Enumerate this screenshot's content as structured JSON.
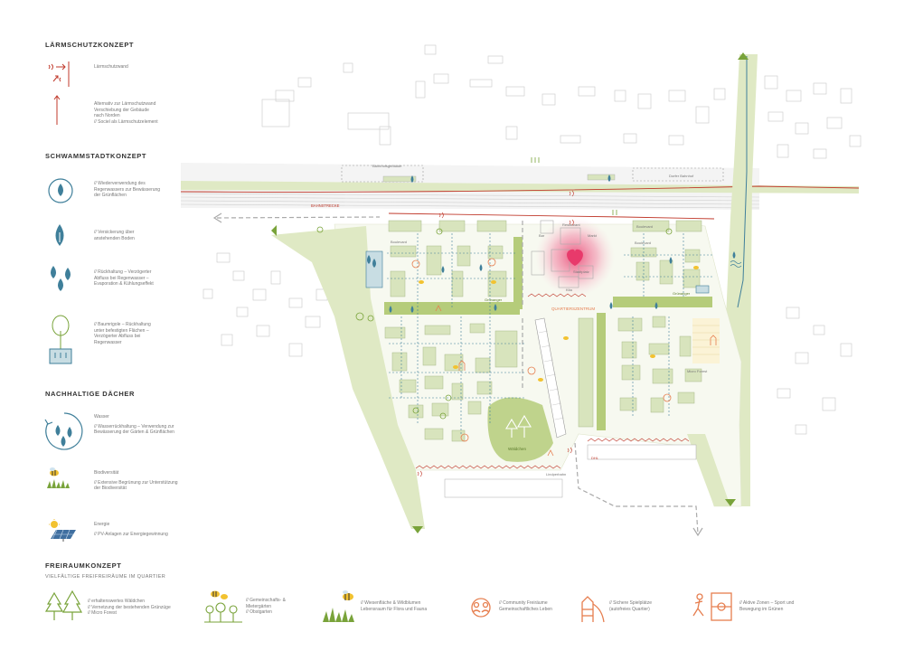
{
  "left_panel": {
    "laerm": {
      "heading": "LÄRMSCHUTZKONZEPT",
      "item1": "Lärmschutzwand",
      "item2_line1": "Alternativ zur Lärmschutzwand",
      "item2_line2": "Verschiebung der Gebäude",
      "item2_line3": "nach Norden",
      "item2_line4": "// Sociel als Lärmschutzelement"
    },
    "schwamm": {
      "heading": "SCHWAMMSTADTKONZEPT",
      "item1_line1": "// Wiederverwendung des",
      "item1_line2": "Regenwassers zur Bewässerung",
      "item1_line3": "der Grünflächen",
      "item2_line1": "// Versickerung über",
      "item2_line2": "anstehenden Boden",
      "item3_line1": "// Rückhaltung – Verzögerter",
      "item3_line2": "Abfluss bei Regenwasser –",
      "item3_line3": "Evaporation & Kühlungseffekt",
      "item4_line1": "// Baumrigole – Rückhaltung",
      "item4_line2": "unter befestigten Flächen –",
      "item4_line3": "Verzögerter Abfluss bei",
      "item4_line4": "Regenwasser"
    },
    "daecher": {
      "heading": "NACHHALTIGE DÄCHER",
      "wasser_title": "Wasser",
      "wasser_line1": "// Wasserrückhaltung – Verwendung zur",
      "wasser_line2": "Bewässerung der Gärten & Grünflächen",
      "bio_title": "Biodiversität",
      "bio_line1": "// Extensive Begrünung zur Unterstützung",
      "bio_line2": "der Biodiversität",
      "energie_title": "Energie",
      "energie_line1": "// PV-Anlagen zur Energiegewinnung"
    }
  },
  "bottom_panel": {
    "heading": "FREIRAUMKONZEPT",
    "subheading": "VIELFÄLTIGE FREIFREIRÄUME IM QUARTIER",
    "items": [
      {
        "line1": "// erhaltenswertes Wäldchen",
        "line2": "// Vernetzung der bestehenden Grünzüge",
        "line3": "// Micro Forest"
      },
      {
        "line1": "// Gemeinschafts- &",
        "line2": "Mietergärten",
        "line3": "// Obstgarten"
      },
      {
        "line1": "// Wiesenfläche & Wildblumen",
        "line2": "Lebensraum für Flora und Fauna",
        "line3": ""
      },
      {
        "line1": "// Community Freiräume",
        "line2": "Gemeinschaftliches Leben",
        "line3": ""
      },
      {
        "line1": "// Sichere Spielplätze",
        "line2": "(autofreies Quartier)",
        "line3": ""
      },
      {
        "line1": "// Aktive Zonen – Sport und",
        "line2": "Bewegung im Grünen",
        "line3": ""
      }
    ]
  },
  "map_labels": {
    "bahnhof_alt": "Bahnhofsgebäude",
    "bahnhof_dorf": "Dorfer Bahnhof",
    "bahnstrecke": "BAHNSTRECKE",
    "boulevard1": "Boulevard",
    "boulevard2": "Boulevard",
    "boulevard3": "Boulevard",
    "restaurant": "Restaurant",
    "markt": "Markt",
    "bar": "Bar",
    "platz": "Stadtplatz",
    "kita": "Kita",
    "gruenanger1": "Grünanger",
    "gruenanger2": "Grünanger",
    "quartierszentrum": "QUARTIERSZENTRUM",
    "micro_forest": "Micro Forest",
    "waeldchen": "Wäldchen",
    "dhl": "DHL",
    "lindperbahn": "Lindperbahn"
  },
  "colors": {
    "green_light": "#dfe9c4",
    "green_building": "#d8e4bd",
    "green_strip": "#b5cc7a",
    "green_dark": "#79a33a",
    "red_wall": "#c0392b",
    "blue_water": "#3f7f9a",
    "orange": "#e67e4f",
    "pink": "#e83a6b",
    "grey_building": "#bbbbbb"
  }
}
